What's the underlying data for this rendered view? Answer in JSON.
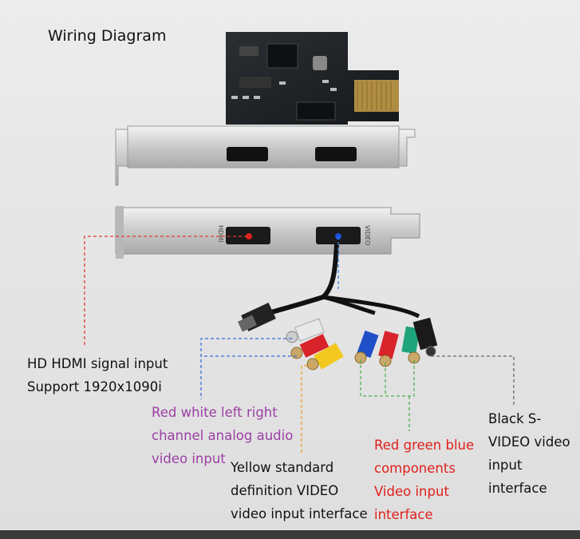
{
  "title": "Wiring Diagram",
  "bracket_labels": {
    "hdmi": "HDMI",
    "video": "VIDEO"
  },
  "labels": {
    "hdmi": {
      "lines": [
        "HD HDMI signal input",
        "Support 1920x1090i"
      ],
      "color": "#111111"
    },
    "audio": {
      "lines": [
        "Red white left right",
        "channel analog audio",
        "video input"
      ],
      "color": "#9b3fa3"
    },
    "composite": {
      "lines": [
        "Yellow standard",
        "definition VIDEO",
        "video input interface"
      ],
      "color": "#111111"
    },
    "component": {
      "lines": [
        "Red green blue",
        "components",
        "Video input",
        "interface"
      ],
      "color": "#e0201c"
    },
    "svideo": {
      "lines": [
        "Black S-",
        "VIDEO video",
        "input",
        "interface"
      ],
      "color": "#111111"
    }
  },
  "colors": {
    "hdmi_line": "#e23a2a",
    "audio_line": "#3a6fd8",
    "composite_line": "#f0a020",
    "component_line": "#4caf50",
    "svideo_line": "#666666",
    "video_line": "#2f7fe0"
  }
}
